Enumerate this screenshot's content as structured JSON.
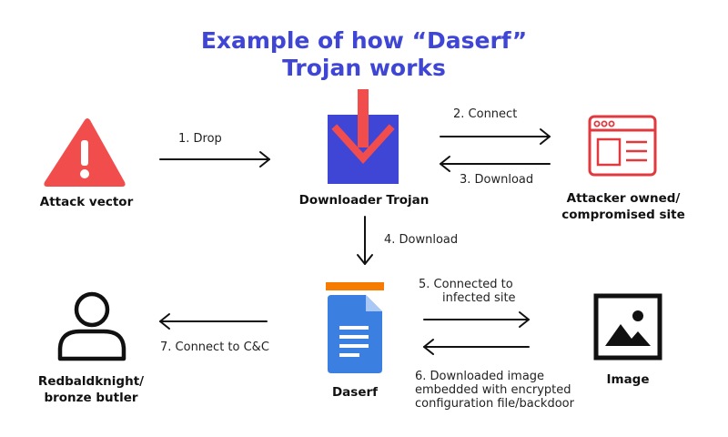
{
  "title": {
    "line1": "Example of how “Daserf”",
    "line2": "Trojan works"
  },
  "nodes": {
    "attack_vector": {
      "label": "Attack vector",
      "icon": "warning-triangle-icon",
      "color": "#f24d4d"
    },
    "downloader": {
      "label": "Downloader Trojan",
      "icon": "download-arrow-icon",
      "box_color": "#3f46d6",
      "arrow_color": "#f24d4d"
    },
    "attacker_site": {
      "line1": "Attacker owned/",
      "line2": "compromised site",
      "icon": "browser-window-icon",
      "color": "#e0393e"
    },
    "daserf": {
      "label": "Daserf",
      "icon": "document-icon",
      "color": "#3b7fe0",
      "bar_color": "#f57c00"
    },
    "redbaldknight": {
      "line1": "Redbaldknight/",
      "line2": "bronze butler",
      "icon": "person-icon"
    },
    "image": {
      "label": "Image",
      "icon": "image-icon"
    }
  },
  "edges": {
    "drop": "1.    Drop",
    "connect": "2.  Connect",
    "download3": "3. Download",
    "download4": "4. Download",
    "connected_line1": "5.  Connected to",
    "connected_line2": "infected site",
    "downloaded_line1": "6. Downloaded image",
    "downloaded_line2": "embedded with encrypted",
    "downloaded_line3": "configuration file/backdoor",
    "connect_cc": "7. Connect to C&C"
  }
}
